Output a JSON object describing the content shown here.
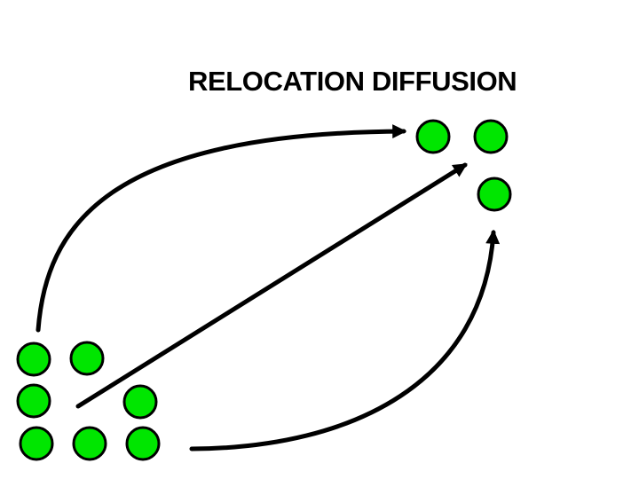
{
  "title": "RELOCATION DIFFUSION",
  "colors": {
    "dot_fill": "#00e600",
    "dot_stroke": "#000000",
    "arrow": "#000000",
    "background": "#ffffff"
  },
  "source_group": {
    "dot_count": 7
  },
  "destination_group": {
    "dot_count": 3
  },
  "arrows": {
    "count": 3,
    "direction": "source-to-destination"
  }
}
